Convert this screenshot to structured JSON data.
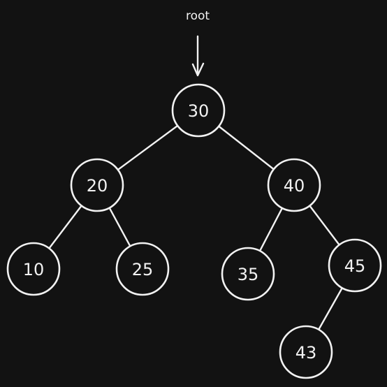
{
  "root_pointer": {
    "label": "root"
  },
  "nodes": [
    {
      "id": "n30",
      "value": "30"
    },
    {
      "id": "n20",
      "value": "20"
    },
    {
      "id": "n40",
      "value": "40"
    },
    {
      "id": "n10",
      "value": "10"
    },
    {
      "id": "n25",
      "value": "25"
    },
    {
      "id": "n35",
      "value": "35"
    },
    {
      "id": "n45",
      "value": "45"
    },
    {
      "id": "n43",
      "value": "43"
    }
  ],
  "edges": [
    [
      "n30",
      "n20"
    ],
    [
      "n30",
      "n40"
    ],
    [
      "n20",
      "n10"
    ],
    [
      "n20",
      "n25"
    ],
    [
      "n40",
      "n35"
    ],
    [
      "n40",
      "n45"
    ],
    [
      "n45",
      "n43"
    ]
  ],
  "colors": {
    "background": "#121212",
    "stroke": "#f2f2f2"
  }
}
